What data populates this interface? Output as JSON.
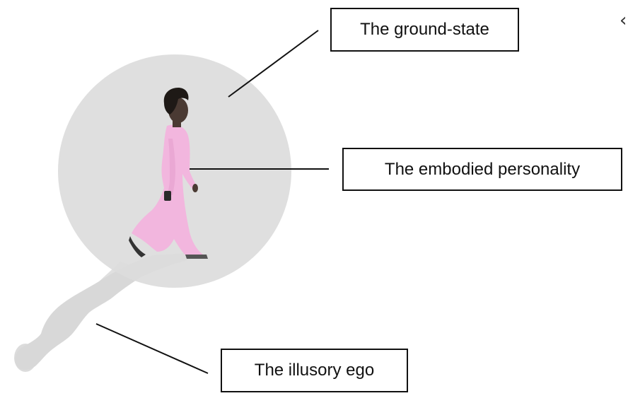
{
  "labels": {
    "ground_state": "The ground-state",
    "embodied_personality": "The embodied personality",
    "illusory_ego": "The illusory ego"
  },
  "edge_glyph": "‹",
  "colors": {
    "sphere": "#dcdcdc",
    "shadow": "#d6d6d6",
    "figure_dress": "#f2b6de",
    "figure_skin": "#4a3a33",
    "line": "#111111"
  },
  "icons": {
    "figure": "walking-woman-icon",
    "shadow": "shadow-silhouette-icon"
  }
}
